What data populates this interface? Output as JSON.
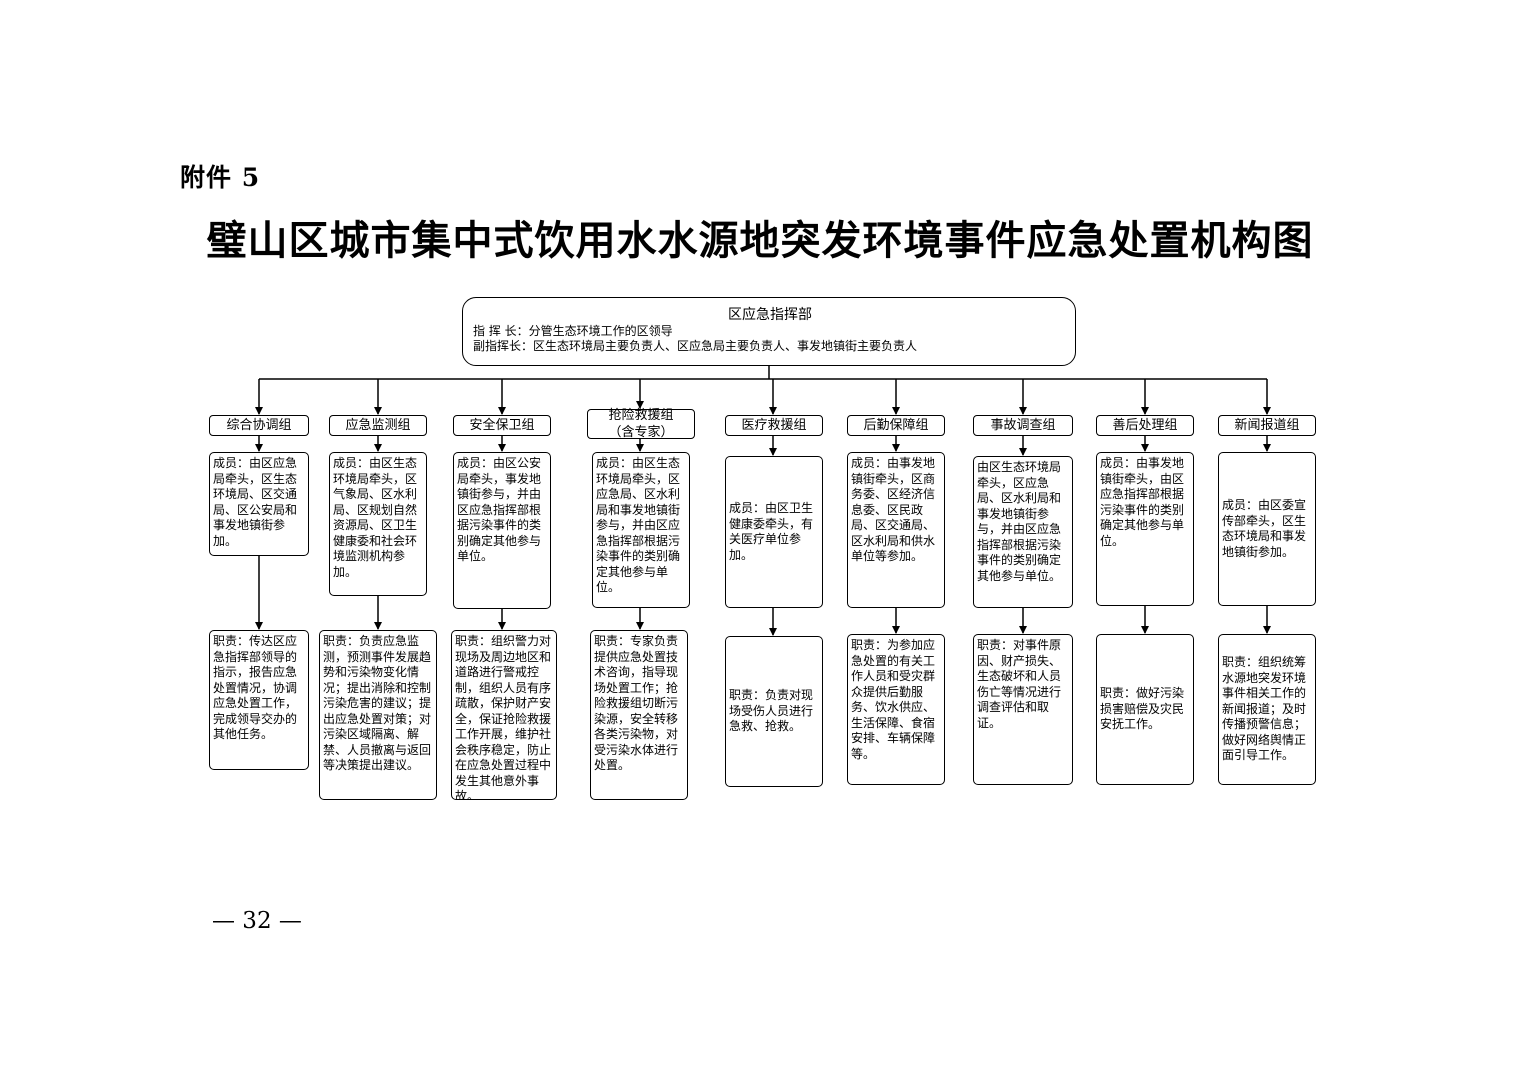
{
  "header": {
    "attachment": "附件 5",
    "title": "璧山区城市集中式饮用水水源地突发环境事件应急处置机构图"
  },
  "command": {
    "title": "区应急指挥部",
    "commander": "指 挥 长：分管生态环境工作的区领导",
    "deputy": "副指挥长：区生态环境局主要负责人、区应急局主要负责人、事发地镇街主要负责人"
  },
  "groups": [
    {
      "name": "综合协调组",
      "members": "成员：由区应急局牵头，区生态环境局、区交通局、区公安局和事发地镇街参加。",
      "duty": "职责：传达区应急指挥部领导的指示，报告应急处置情况，协调应急处置工作，完成领导交办的其他任务。"
    },
    {
      "name": "应急监测组",
      "members": "成员：由区生态环境局牵头，区气象局、区水利局、区规划自然资源局、区卫生健康委和社会环境监测机构参加。",
      "duty": "职责：负责应急监测，预测事件发展趋势和污染物变化情况；提出消除和控制污染危害的建议；提出应急处置对策；对污染区域隔离、解禁、人员撤离与返回等决策提出建议。"
    },
    {
      "name": "安全保卫组",
      "members": "成员：由区公安局牵头，事发地镇街参与，并由区应急指挥部根据污染事件的类别确定其他参与单位。",
      "duty": "职责：组织警力对现场及周边地区和道路进行警戒控制，组织人员有序疏散，保护财产安全，保证抢险救援工作开展，维护社会秩序稳定，防止在应急处置过程中发生其他意外事故。"
    },
    {
      "name": "抢险救援组\n（含专家）",
      "members": "成员：由区生态环境局牵头，区应急局、区水利局和事发地镇街参与，并由区应急指挥部根据污染事件的类别确定其他参与单位。",
      "duty": "职责：专家负责提供应急处置技术咨询，指导现场处置工作；抢险救援组切断污染源，安全转移各类污染物，对受污染水体进行处置。"
    },
    {
      "name": "医疗救援组",
      "members": "成员：由区卫生健康委牵头，有关医疗单位参加。",
      "duty": "职责：负责对现场受伤人员进行急救、抢救。"
    },
    {
      "name": "后勤保障组",
      "members": "成员：由事发地镇街牵头，区商务委、区经济信息委、区民政局、区交通局、区水利局和供水单位等参加。",
      "duty": "职责：为参加应急处置的有关工作人员和受灾群众提供后勤服务、饮水供应、生活保障、食宿安排、车辆保障等。"
    },
    {
      "name": "事故调查组",
      "members": "由区生态环境局牵头，区应急局、区水利局和事发地镇街参与，并由区应急指挥部根据污染事件的类别确定其他参与单位。",
      "duty": "职责：对事件原因、财产损失、生态破坏和人员伤亡等情况进行调查评估和取证。"
    },
    {
      "name": "善后处理组",
      "members": "成员：由事发地镇街牵头，由区应急指挥部根据污染事件的类别确定其他参与单位。",
      "duty": "职责：做好污染损害赔偿及灾民安抚工作。"
    },
    {
      "name": "新闻报道组",
      "members": "成员：由区委宣传部牵头，区生态环境局和事发地镇街参加。",
      "duty": "职责：组织统筹水源地突发环境事件相关工作的新闻报道；及时传播预警信息；做好网络舆情正面引导工作。"
    }
  ],
  "footer": {
    "page_number": "— 32 —"
  }
}
